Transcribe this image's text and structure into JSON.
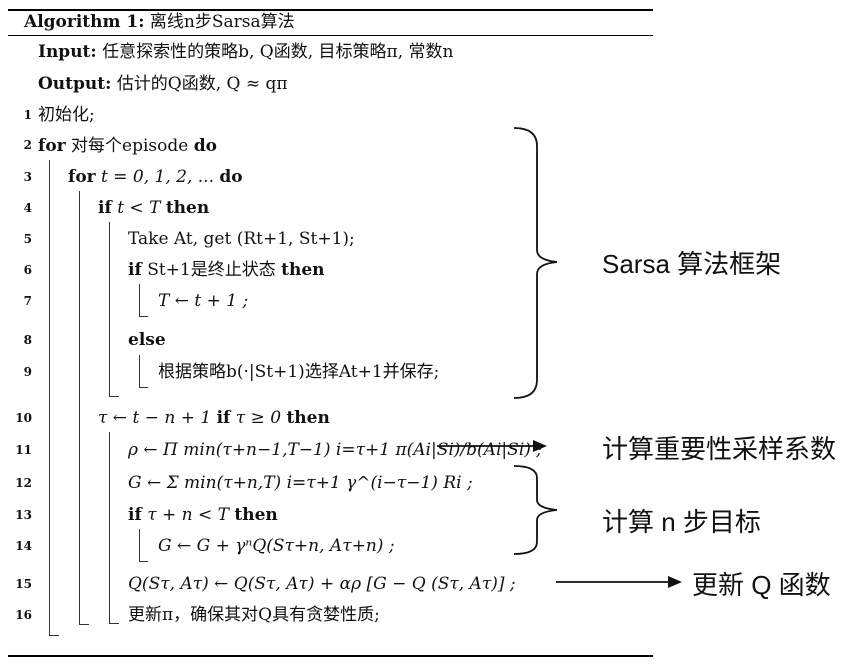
{
  "algorithm": {
    "caption_label": "Algorithm 1:",
    "caption_title": "离线n步Sarsa算法",
    "input_label": "Input:",
    "input_text": "任意探索性的策略b, Q函数, 目标策略π, 常数n",
    "output_label": "Output:",
    "output_text": "估计的Q函数, Q ≈ qπ",
    "lines": [
      {
        "num": "1",
        "text": "初始化;"
      },
      {
        "num": "2",
        "kw1": "for",
        "text": "对每个episode",
        "kw2": "do"
      },
      {
        "num": "3",
        "kw1": "for",
        "text": "t = 0, 1, 2, ...",
        "kw2": "do"
      },
      {
        "num": "4",
        "kw1": "if",
        "text": "t < T",
        "kw2": "then"
      },
      {
        "num": "5",
        "text": "Take At, get (Rt+1, St+1);"
      },
      {
        "num": "6",
        "kw1": "if",
        "text": "St+1是终止状态",
        "kw2": "then"
      },
      {
        "num": "7",
        "text": "T ← t + 1 ;"
      },
      {
        "num": "8",
        "kw1": "else"
      },
      {
        "num": "9",
        "text": "根据策略b(·|St+1)选择At+1并保存;"
      },
      {
        "num": "10",
        "text": "τ ← t − n + 1",
        "kw1": "if",
        "text2": "τ ≥ 0",
        "kw2": "then"
      },
      {
        "num": "11",
        "text": "ρ ← Π min(τ+n−1,T−1) i=τ+1 π(Ai|Si)/b(Ai|Si) ;"
      },
      {
        "num": "12",
        "text": "G ← Σ min(τ+n,T) i=τ+1 γ^(i−τ−1) Ri ;"
      },
      {
        "num": "13",
        "kw1": "if",
        "text": "τ + n < T",
        "kw2": "then"
      },
      {
        "num": "14",
        "text": "G ← G + γⁿQ(Sτ+n, Aτ+n) ;"
      },
      {
        "num": "15",
        "text": "Q(Sτ, Aτ) ← Q(Sτ, Aτ) + αρ [G − Q (Sτ, Aτ)] ;"
      },
      {
        "num": "16",
        "text": "更新π，确保其对Q具有贪婪性质;"
      }
    ]
  },
  "annotations": {
    "sarsa_framework": "Sarsa 算法框架",
    "importance_sampling": "计算重要性采样系数",
    "n_step_target": "计算 n 步目标",
    "update_q": "更新 Q 函数"
  }
}
